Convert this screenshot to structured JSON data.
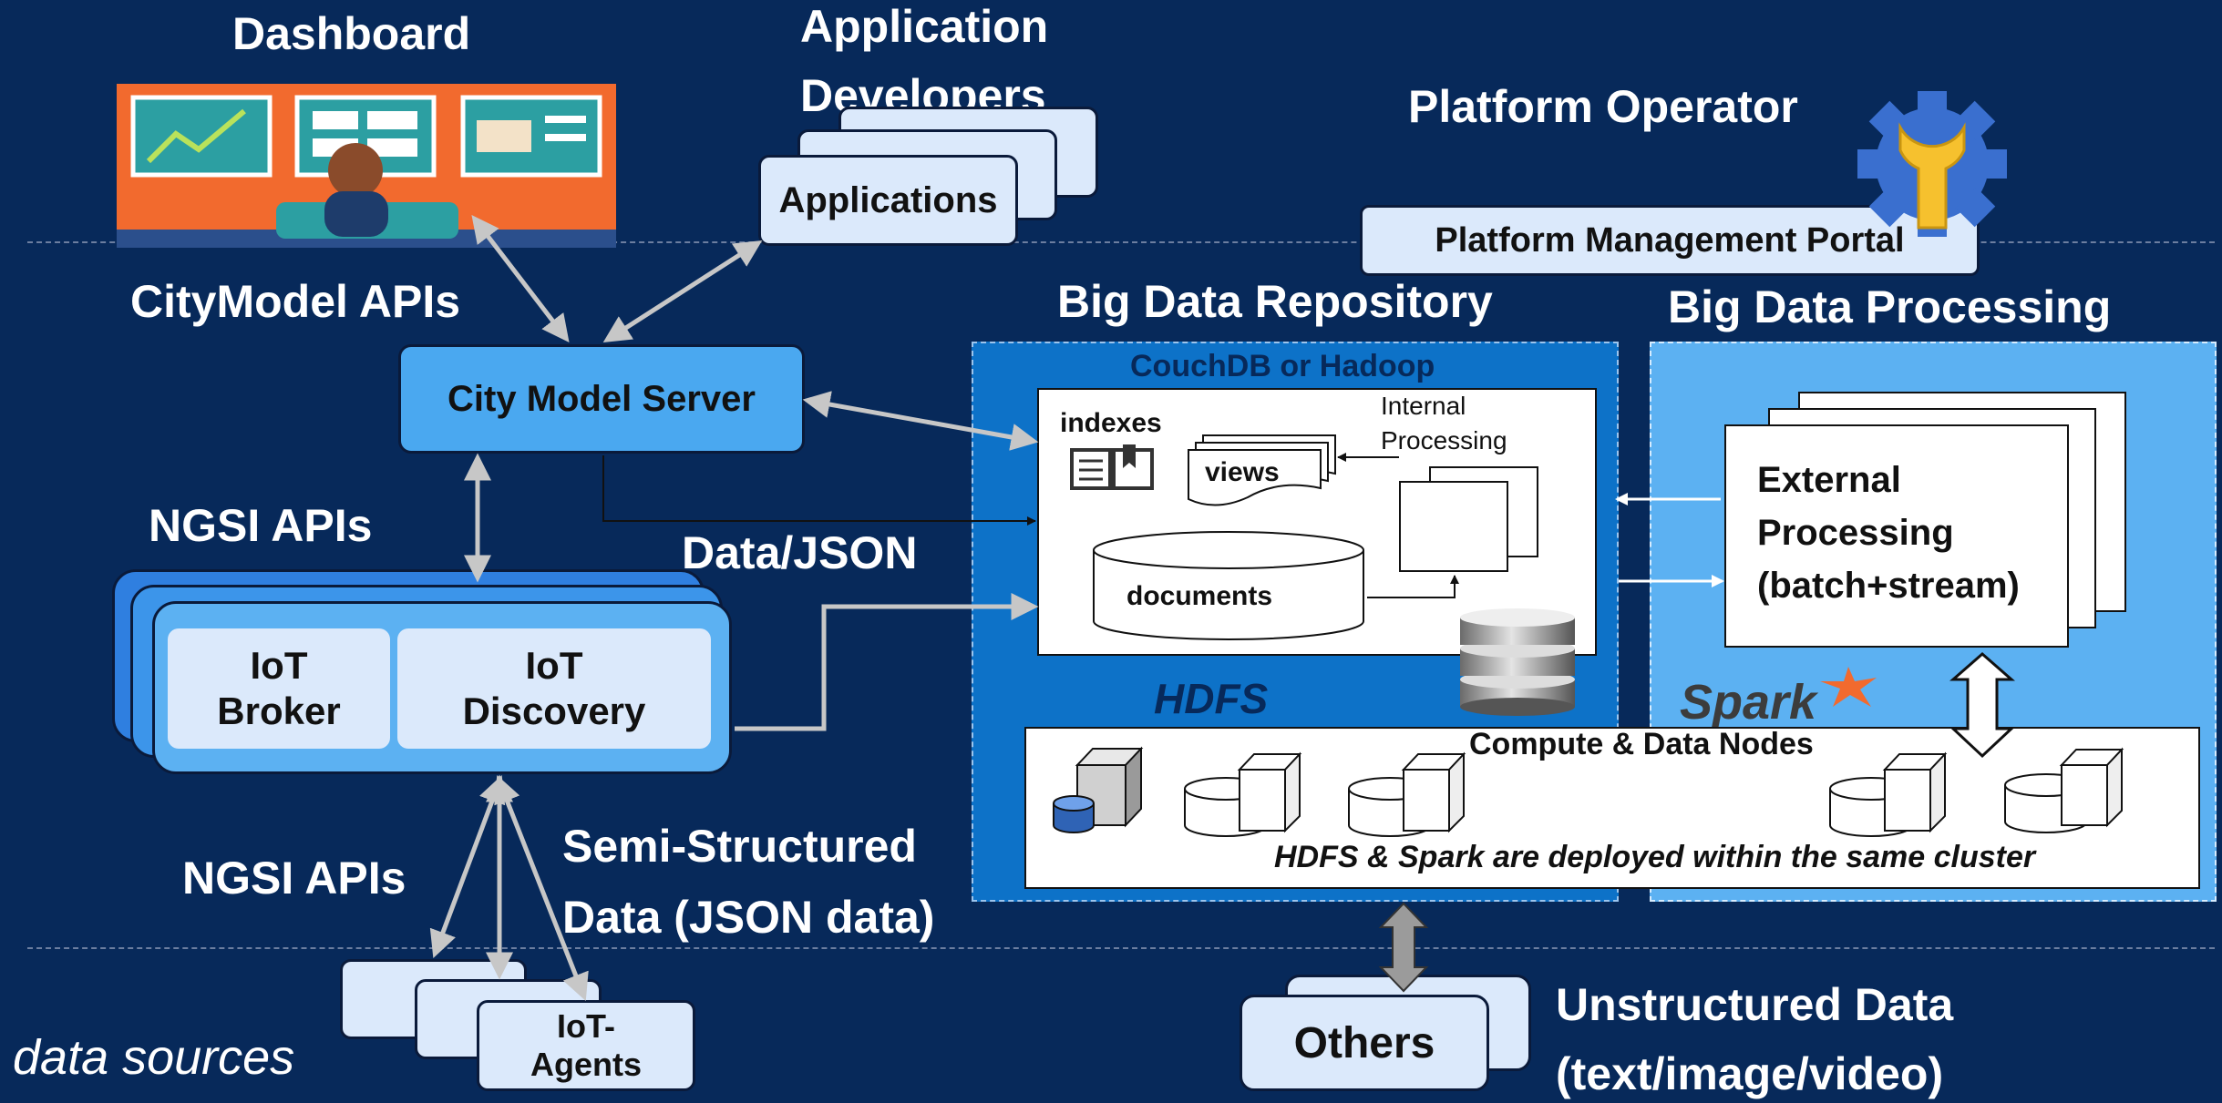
{
  "labels": {
    "dashboard": "Dashboard",
    "app_developers_1": "Application",
    "app_developers_2": "Developers",
    "applications": "Applications",
    "platform_operator": "Platform Operator",
    "platform_portal": "Platform Management Portal",
    "citymodel_apis": "CityModel APIs",
    "city_model_server": "City Model Server",
    "ngsi_apis_top": "NGSI APIs",
    "ngsi_apis_bottom": "NGSI APIs",
    "data_json": "Data/JSON",
    "iot_broker_1": "IoT",
    "iot_broker_2": "Broker",
    "iot_discovery_1": "IoT",
    "iot_discovery_2": "Discovery",
    "semi_structured_1": "Semi-Structured",
    "semi_structured_2": "Data (JSON data)",
    "iot_agents_1": "IoT-",
    "iot_agents_2": "Agents",
    "data_sources": "data sources",
    "big_data_repository": "Big Data Repository",
    "big_data_processing": "Big Data Processing",
    "couchdb_hadoop": "CouchDB or Hadoop",
    "indexes": "indexes",
    "views": "views",
    "internal_processing_1": "Internal",
    "internal_processing_2": "Processing",
    "documents": "documents",
    "external_processing_1": "External",
    "external_processing_2": "Processing",
    "external_processing_3": "(batch+stream)",
    "hdfs": "HDFS",
    "spark_logo": "Spark",
    "compute_data_nodes": "Compute & Data Nodes",
    "cluster_note": "HDFS & Spark are deployed within the same cluster",
    "others": "Others",
    "unstructured_1": "Unstructured Data",
    "unstructured_2": "(text/image/video)"
  },
  "colors": {
    "background": "#07295a",
    "repository_panel": "#0d72c8",
    "processing_panel": "#5cb1f2",
    "light_box": "#dbe9fb",
    "server_box": "#4aa8f0",
    "arrow_gray": "#c7c7c7",
    "orange": "#f26a2e",
    "gear_blue": "#3a6fcf",
    "wrench_yellow": "#f6c12e"
  }
}
